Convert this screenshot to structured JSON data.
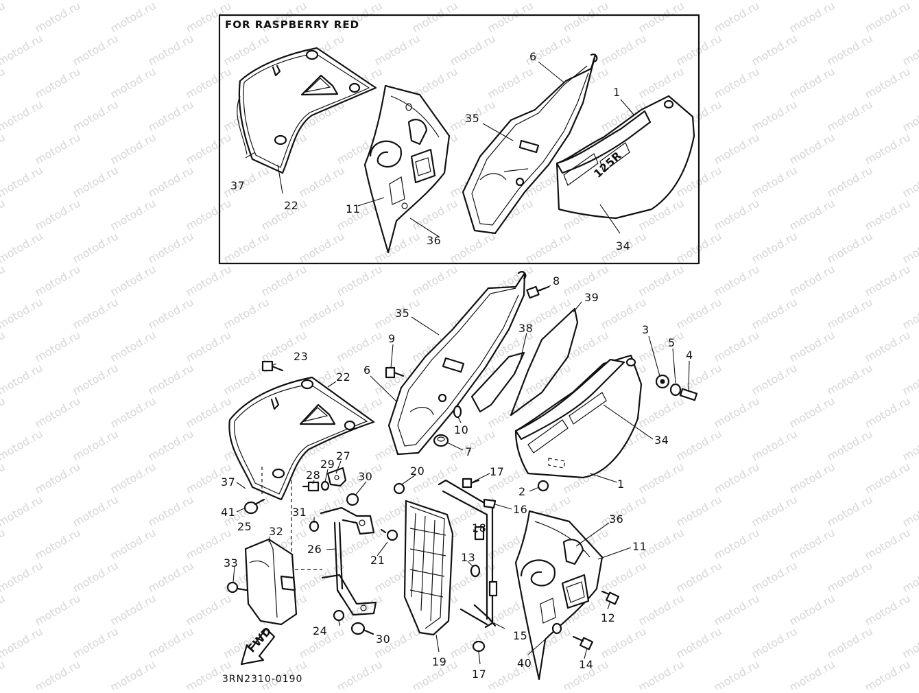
{
  "inset": {
    "title": "FOR RASPBERRY RED"
  },
  "diagram_code": "3RN2310-0190",
  "fwd_label": "FWD",
  "watermark": "motod.ru",
  "part_labels": {
    "inset": {
      "p6": "6",
      "p35": "35",
      "p1": "1",
      "p37": "37",
      "p22": "22",
      "p11": "11",
      "p36": "36",
      "p34": "34"
    },
    "main": {
      "p8": "8",
      "p39": "39",
      "p35": "35",
      "p38": "38",
      "p9": "9",
      "p3": "3",
      "p5": "5",
      "p4": "4",
      "p23": "23",
      "p22": "22",
      "p6": "6",
      "p10": "10",
      "p7": "7",
      "p34": "34",
      "p27": "27",
      "p29": "29",
      "p30a": "30",
      "p28": "28",
      "p20": "20",
      "p17a": "17",
      "p2": "2",
      "p1": "1",
      "p37": "37",
      "p41": "41",
      "p25": "25",
      "p31": "31",
      "p16": "16",
      "p36": "36",
      "p32": "32",
      "p26": "26",
      "p18": "18",
      "p21": "21",
      "p11": "11",
      "p33": "33",
      "p13": "13",
      "p12": "12",
      "p24": "24",
      "p30b": "30",
      "p15": "15",
      "p19": "19",
      "p17b": "17",
      "p40": "40",
      "p14": "14"
    }
  }
}
